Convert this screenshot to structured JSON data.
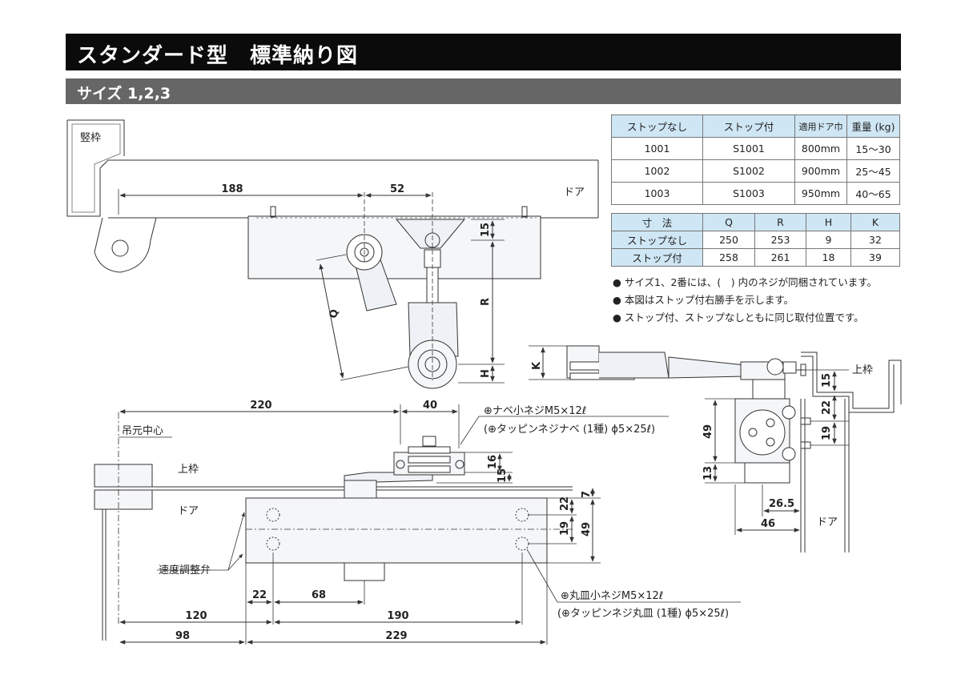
{
  "header": {
    "title": "スタンダード型　標準納り図",
    "subtitle": "サイズ 1,2,3"
  },
  "model_table": {
    "headers": [
      "ストップなし",
      "ストップ付",
      "適用ドア巾",
      "重量 (kg)"
    ],
    "rows": [
      [
        "1001",
        "S1001",
        "800mm",
        "15～30"
      ],
      [
        "1002",
        "S1002",
        "900mm",
        "25～45"
      ],
      [
        "1003",
        "S1003",
        "950mm",
        "40～65"
      ]
    ]
  },
  "dimension_table": {
    "headers": [
      "寸　法",
      "Q",
      "R",
      "H",
      "K"
    ],
    "rows": [
      [
        "ストップなし",
        "250",
        "253",
        "9",
        "32"
      ],
      [
        "ストップ付",
        "258",
        "261",
        "18",
        "39"
      ]
    ]
  },
  "notes": [
    "● サイズ1、2番には、(　) 内のネジが同梱されています。",
    "● 本図はストップ付右勝手を示します。",
    "● ストップ付、ストップなしともに同じ取付位置です。"
  ],
  "top_view": {
    "frame_label": "竪枠",
    "door_label": "ドア",
    "dim_188": "188",
    "dim_52": "52",
    "dim_15": "15",
    "dim_R": "R",
    "dim_Q": "Q",
    "dim_H": "H"
  },
  "side_view": {
    "dim_K": "K",
    "dim_15": "15",
    "dim_22": "22",
    "dim_19": "19",
    "dim_49": "49",
    "dim_13": "13",
    "dim_26_5": "26.5",
    "dim_46": "46",
    "upper_frame_label": "上枠",
    "door_label": "ドア"
  },
  "front_view": {
    "hinge_center_label": "吊元中心",
    "upper_frame_label": "上枠",
    "door_label": "ドア",
    "valve_label": "速度調整弁",
    "screw_top_1": "⊕ナベ小ネジM5×12ℓ",
    "screw_top_2": "(⊕タッピンネジナベ (1種) ϕ5×25ℓ)",
    "screw_bottom_1": "⊕丸皿小ネジM5×12ℓ",
    "screw_bottom_2": "(⊕タッピンネジ丸皿 (1種) ϕ5×25ℓ)",
    "dim_220": "220",
    "dim_40": "40",
    "dim_16": "16",
    "dim_15": "15",
    "dim_7": "7",
    "dim_22": "22",
    "dim_19": "19",
    "dim_49": "49",
    "dim_22b": "22",
    "dim_68": "68",
    "dim_120": "120",
    "dim_190": "190",
    "dim_98": "98",
    "dim_229": "229"
  }
}
